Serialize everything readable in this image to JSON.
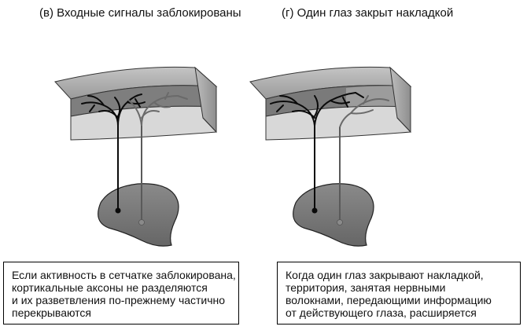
{
  "panels": [
    {
      "title": "(в) Входные сигналы заблокированы",
      "caption": [
        "Если активность в сетчатке заблокирована,",
        "кортикальные аксоны не разделяются",
        "и их разветвления по-прежнему частично",
        "перекрываются"
      ]
    },
    {
      "title": "(г) Один глаз закрыт накладкой",
      "caption": [
        "Когда один глаз закрывают накладкой,",
        "территория, занятая нервными",
        "волокнами, передающими информацию",
        "от действующего глаза, расширяется"
      ]
    }
  ],
  "colors": {
    "cortex_top": "#a8a8a8",
    "cortex_light": "#d6d6d6",
    "cortex_band": "#8a8a8a",
    "nucleus": "#7c7c7c",
    "axon_dark": "#0a0a0a",
    "axon_grey": "#6a6a6a"
  }
}
